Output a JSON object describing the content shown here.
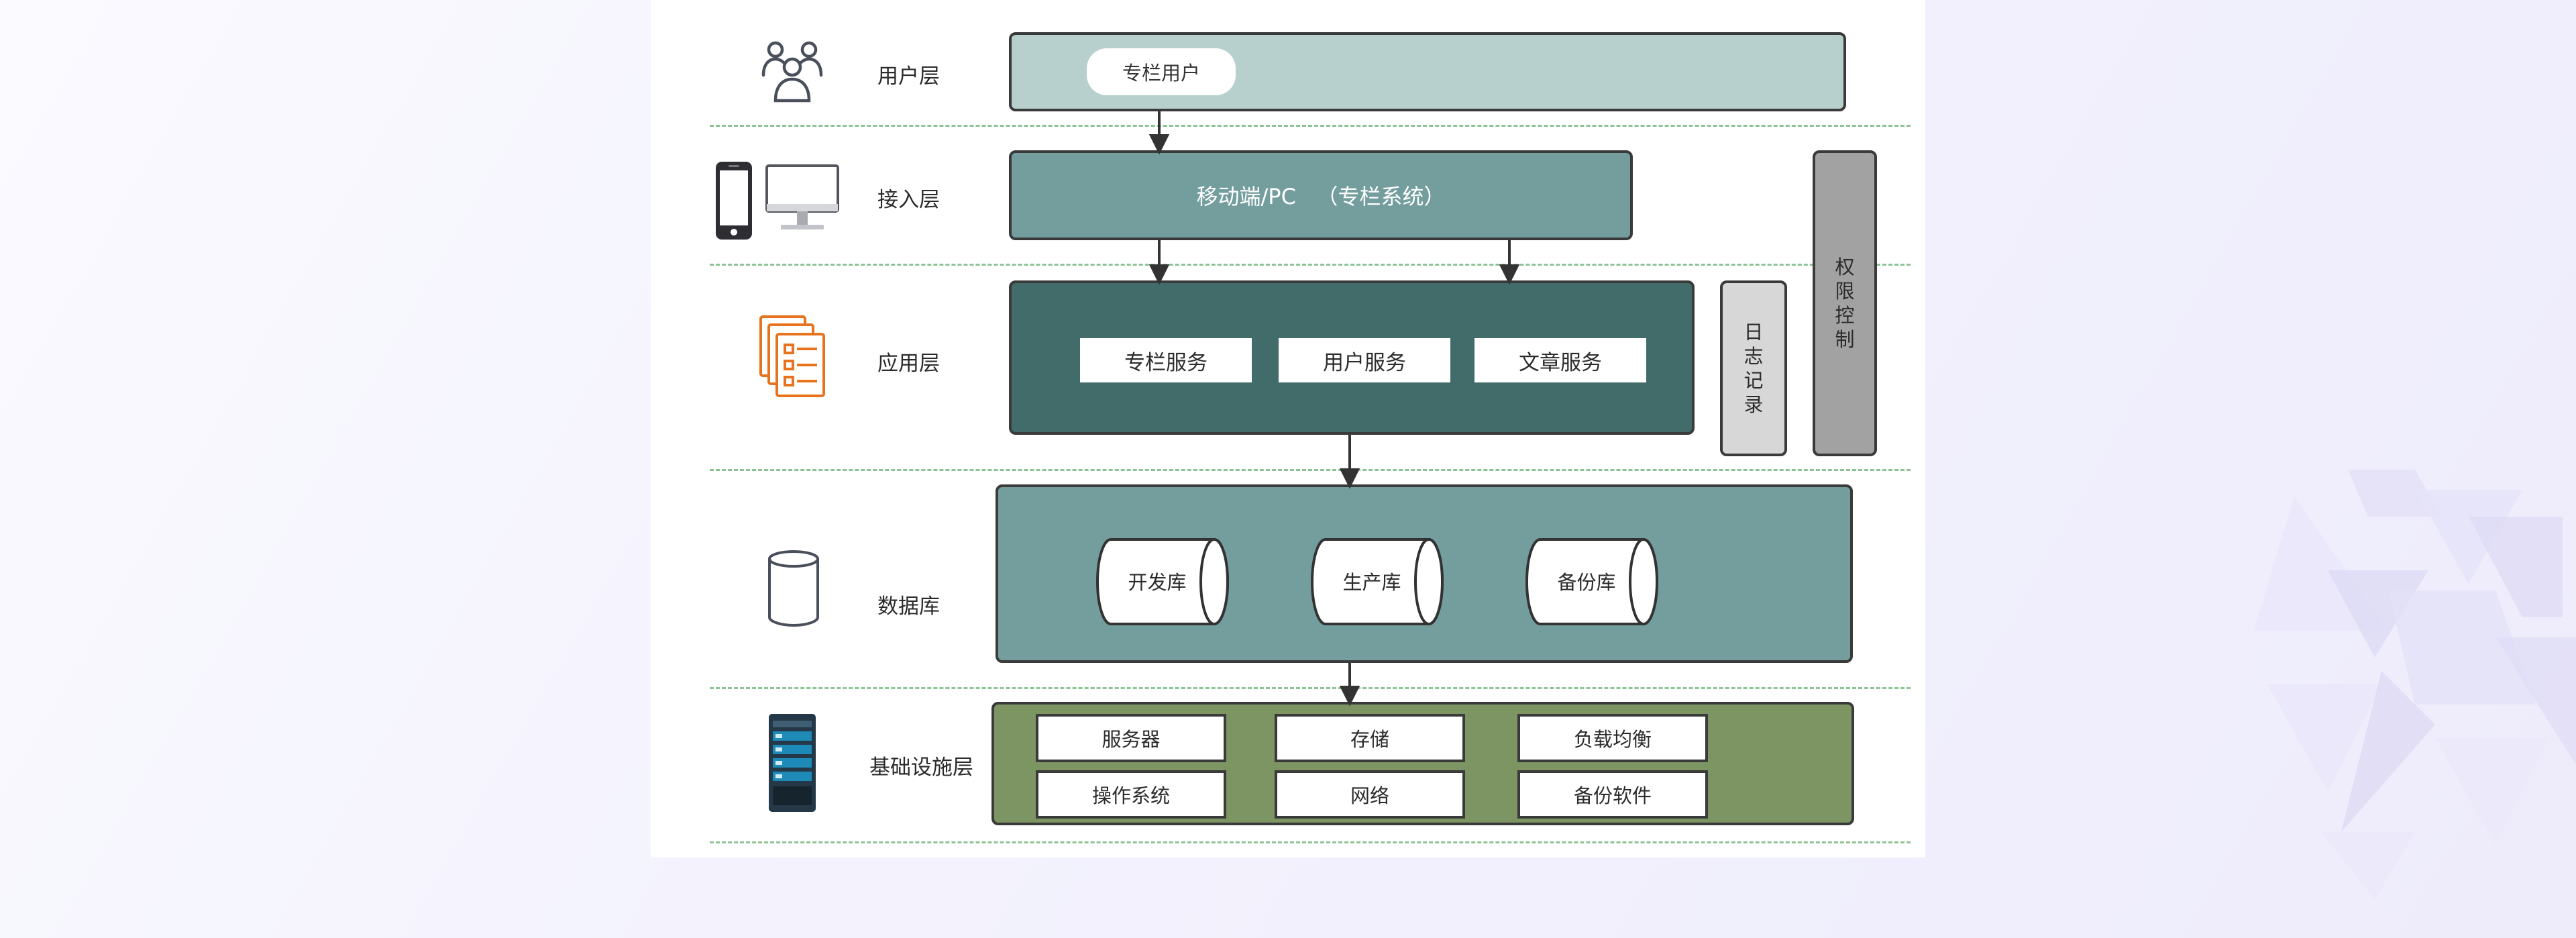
{
  "layers": {
    "user": {
      "label": "用户层",
      "icon": "users-icon",
      "pill": "专栏用户"
    },
    "access": {
      "label": "接入层",
      "icon": "devices-icon",
      "text": "移动端/PC   （专栏系统）"
    },
    "app": {
      "label": "应用层",
      "icon": "documents-icon",
      "services": [
        "专栏服务",
        "用户服务",
        "文章服务"
      ]
    },
    "database": {
      "label": "数据库",
      "icon": "database-icon",
      "stores": [
        "开发库",
        "生产库",
        "备份库"
      ]
    },
    "infra": {
      "label": "基础设施层",
      "icon": "server-rack-icon",
      "items": [
        "服务器",
        "存储",
        "负载均衡",
        "操作系统",
        "网络",
        "备份软件"
      ]
    }
  },
  "side": {
    "log": "日志记录",
    "permission": "权限控制"
  },
  "colors": {
    "user_box": "#b7d0cd",
    "access_box": "#739e9d",
    "app_box": "#426c6a",
    "db_box": "#739e9d",
    "infra_box": "#7c9563",
    "log_box": "#d7d7d7",
    "permission_box": "#a2a2a2",
    "divider": "#8cc394",
    "documents_icon": "#e8731f"
  }
}
